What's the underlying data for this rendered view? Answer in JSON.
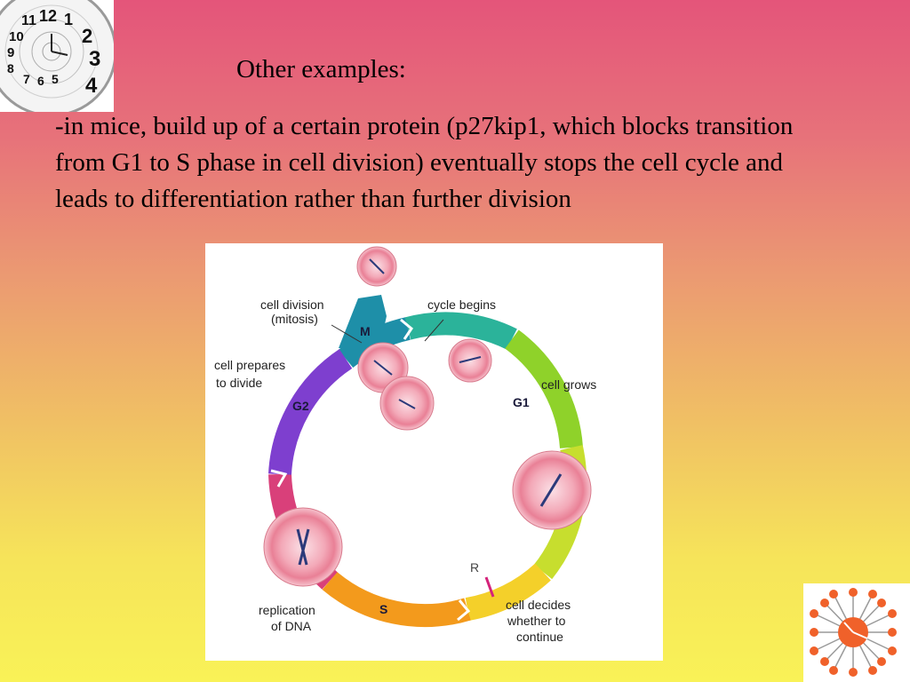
{
  "slide": {
    "title": "Other examples:",
    "body": "-in mice, build up of a certain protein (p27kip1, which blocks transition from G1 to S phase in cell division) eventually stops the cell cycle and leads to differentiation rather than further division"
  },
  "diagram": {
    "labels": {
      "cell_division": "cell division",
      "mitosis": "(mitosis)",
      "cycle_begins": "cycle begins",
      "cell_prepares": "cell prepares",
      "to_divide": "to divide",
      "cell_grows": "cell grows",
      "replication": "replication",
      "of_dna": "of DNA",
      "cell_decides": "cell decides",
      "whether_to": "whether to",
      "continue": "continue"
    },
    "phases": {
      "m": "M",
      "g1": "G1",
      "g2": "G2",
      "s": "S",
      "r": "R"
    }
  },
  "clock_top_left": {
    "numbers": [
      "11",
      "12",
      "1",
      "10",
      "2",
      "9",
      "3",
      "8",
      "4",
      "7",
      "6",
      "5"
    ]
  },
  "colors": {
    "ring_m": "#1e8fa8",
    "ring_g1": "#8fd22a",
    "ring_s": "#f39a1c",
    "ring_g2": "#7e3fcf",
    "cell_pink": "#f2a7b6"
  }
}
